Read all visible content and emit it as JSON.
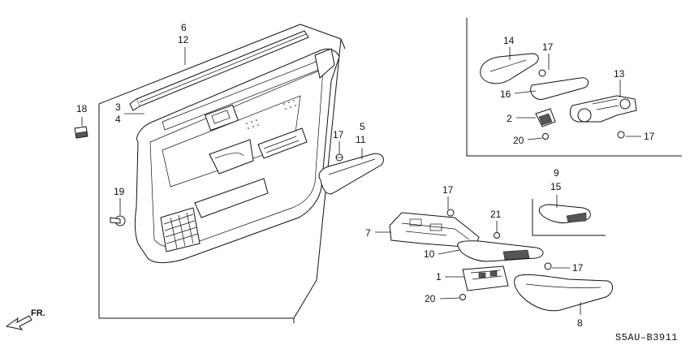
{
  "callouts": {
    "n6": "6",
    "n12": "12",
    "n3": "3",
    "n4": "4",
    "n18": "18",
    "n19": "19",
    "n5": "5",
    "n11": "11",
    "n17a": "17",
    "n14": "14",
    "n17b": "17",
    "n13": "13",
    "n16": "16",
    "n2": "2",
    "n20a": "20",
    "n17c": "17",
    "n9": "9",
    "n15": "15",
    "n17d": "17",
    "n21": "21",
    "n7": "7",
    "n10": "10",
    "n17e": "17",
    "n1": "1",
    "n20b": "20",
    "n8": "8"
  },
  "front_label": "FR.",
  "diagram_code": "S5AU–B3911",
  "colors": {
    "line": "#111111",
    "background": "#ffffff",
    "shading": "#555555"
  }
}
